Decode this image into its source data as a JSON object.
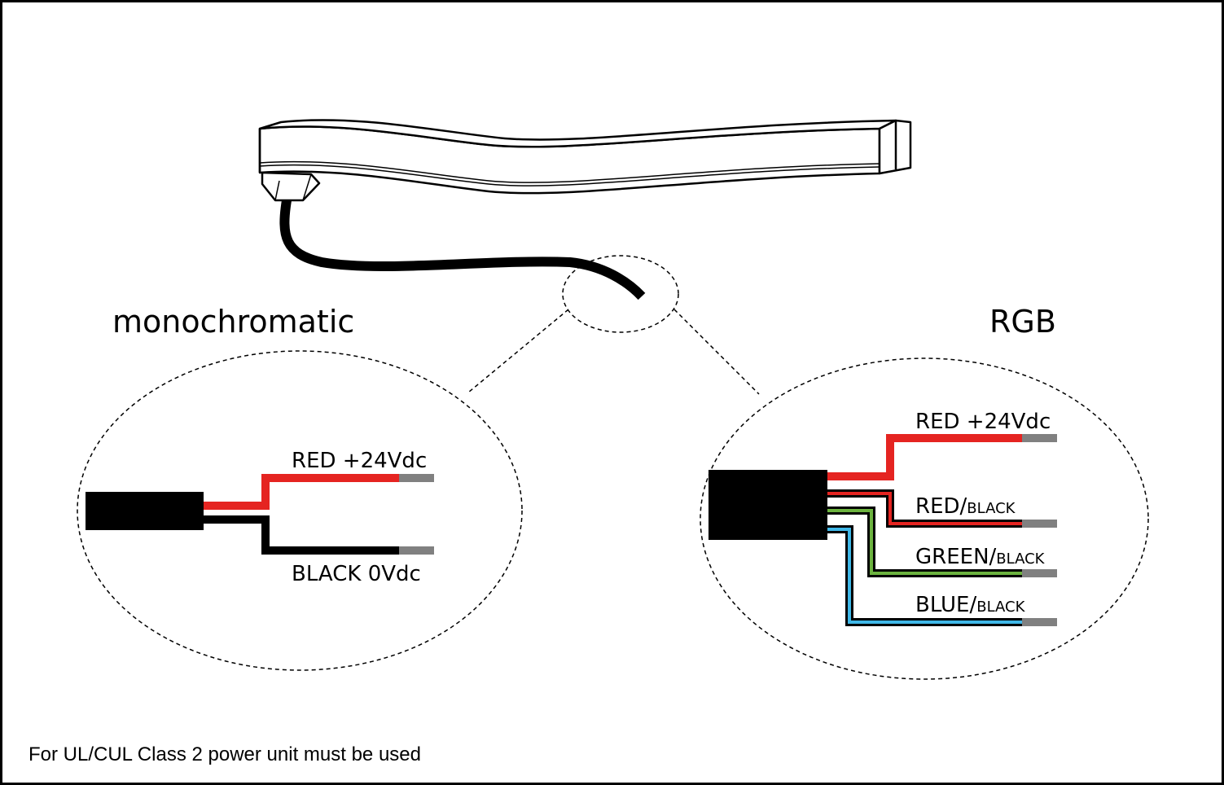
{
  "diagram": {
    "monochromatic": {
      "title": "monochromatic",
      "wires": [
        {
          "label": "RED +24Vdc",
          "color": "#e52421"
        },
        {
          "label": "BLACK 0Vdc",
          "color": "#000000"
        }
      ]
    },
    "rgb": {
      "title": "RGB",
      "wires": [
        {
          "label": "RED +24Vdc",
          "color": "#e52421"
        },
        {
          "label": "RED/",
          "label_small": "BLACK",
          "color": "#e52421"
        },
        {
          "label": "GREEN/",
          "label_small": "BLACK",
          "color": "#6cb33f"
        },
        {
          "label": "BLUE/",
          "label_small": "BLACK",
          "color": "#3fb8e8"
        }
      ]
    },
    "strip_colors": {
      "tip": "#808080",
      "cable": "#000000",
      "outline": "#000000"
    }
  },
  "footer": {
    "note": "For UL/CUL Class 2 power unit must be used"
  }
}
